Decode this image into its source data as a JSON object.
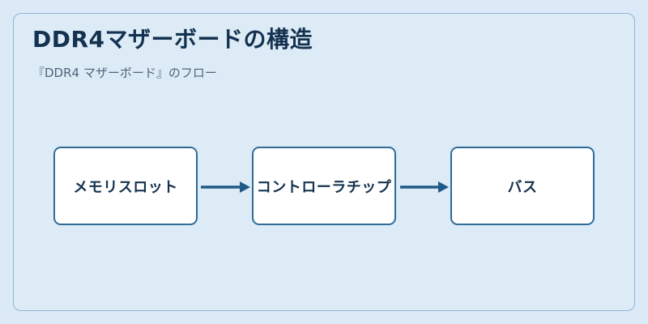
{
  "title": "DDR4マザーボードの構造",
  "subtitle": "『DDR4 マザーボード』のフロー",
  "nodes": [
    {
      "label": "メモリスロット"
    },
    {
      "label": "コントローラチップ"
    },
    {
      "label": "バス"
    }
  ],
  "colors": {
    "background": "#dbeaf6",
    "node_border": "#2f6b97",
    "node_fill": "#ffffff",
    "text": "#14324f",
    "arrow": "#1f5a86"
  }
}
